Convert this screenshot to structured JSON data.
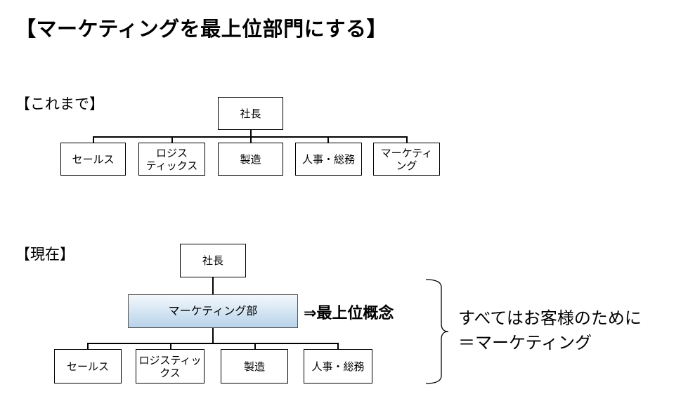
{
  "title": "【マーケティングを最上位部門にする】",
  "before": {
    "label": "【これまで】",
    "top": "社長",
    "departments": [
      {
        "lines": [
          "セールス"
        ]
      },
      {
        "lines": [
          "ロジス",
          "ティックス"
        ]
      },
      {
        "lines": [
          "製造"
        ]
      },
      {
        "lines": [
          "人事・総務"
        ]
      },
      {
        "lines": [
          "マーケティ",
          "ング"
        ]
      }
    ]
  },
  "after": {
    "label": "【現在】",
    "top": "社長",
    "middle": "マーケティング部",
    "concept": "⇒最上位概念",
    "departments": [
      {
        "lines": [
          "セールス"
        ]
      },
      {
        "lines": [
          "ロジスティッ",
          "クス"
        ]
      },
      {
        "lines": [
          "製造"
        ]
      },
      {
        "lines": [
          "人事・総務"
        ]
      }
    ]
  },
  "note": {
    "line1": "すべてはお客様のために",
    "line2": "＝マーケティング"
  }
}
